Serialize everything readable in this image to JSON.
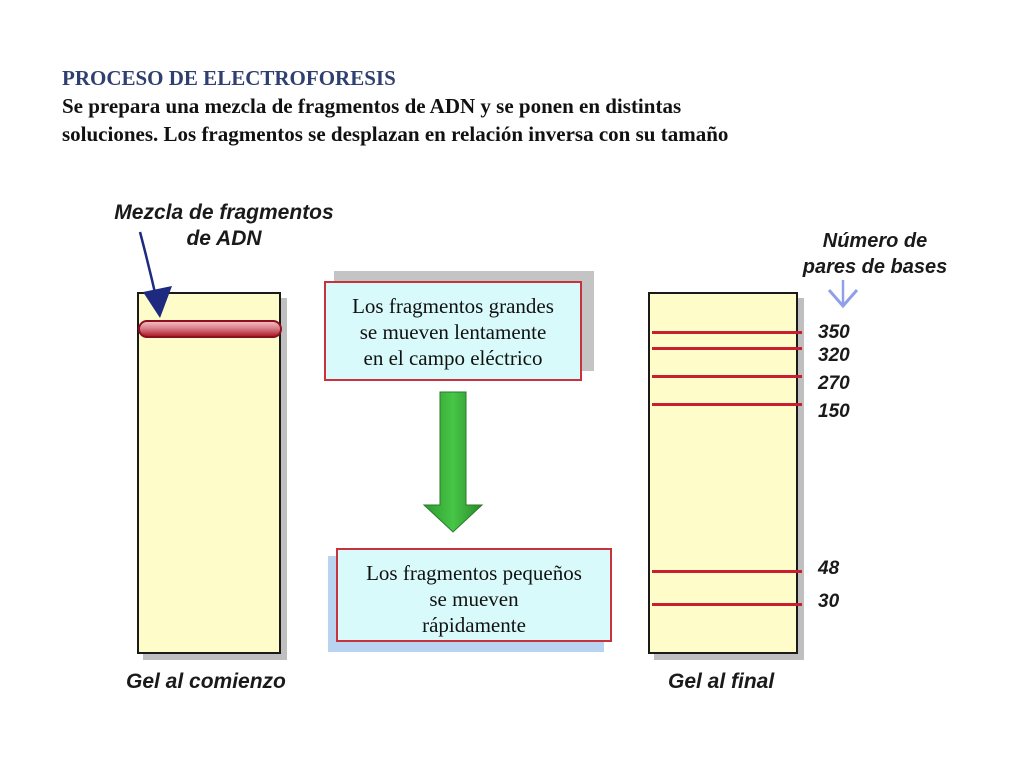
{
  "header": {
    "title": "PROCESO DE ELECTROFORESIS",
    "line1": "Se prepara una mezcla de fragmentos de ADN y se ponen en distintas",
    "line2": "soluciones. Los fragmentos se desplazan en relación inversa con su tamaño"
  },
  "labels": {
    "mix_line1": "Mezcla de fragmentos",
    "mix_line2": "de ADN",
    "bases_line1": "Número de",
    "bases_line2": "pares de bases",
    "gel_start": "Gel al comienzo",
    "gel_end": "Gel al final"
  },
  "boxes": {
    "large": [
      "Los fragmentos grandes",
      "se mueven lentamente",
      "en el campo eléctrico"
    ],
    "small": [
      "Los fragmentos pequeños",
      "se mueven",
      "rápidamente"
    ]
  },
  "bands": [
    {
      "label": "350",
      "value": 350
    },
    {
      "label": "320",
      "value": 320
    },
    {
      "label": "270",
      "value": 270
    },
    {
      "label": "150",
      "value": 150
    },
    {
      "label": "48",
      "value": 48
    },
    {
      "label": "30",
      "value": 30
    }
  ],
  "colors": {
    "gel": "#fefcc8",
    "band": "#c82030",
    "box": "#d9fafa",
    "arrow": "#3cb43c"
  }
}
